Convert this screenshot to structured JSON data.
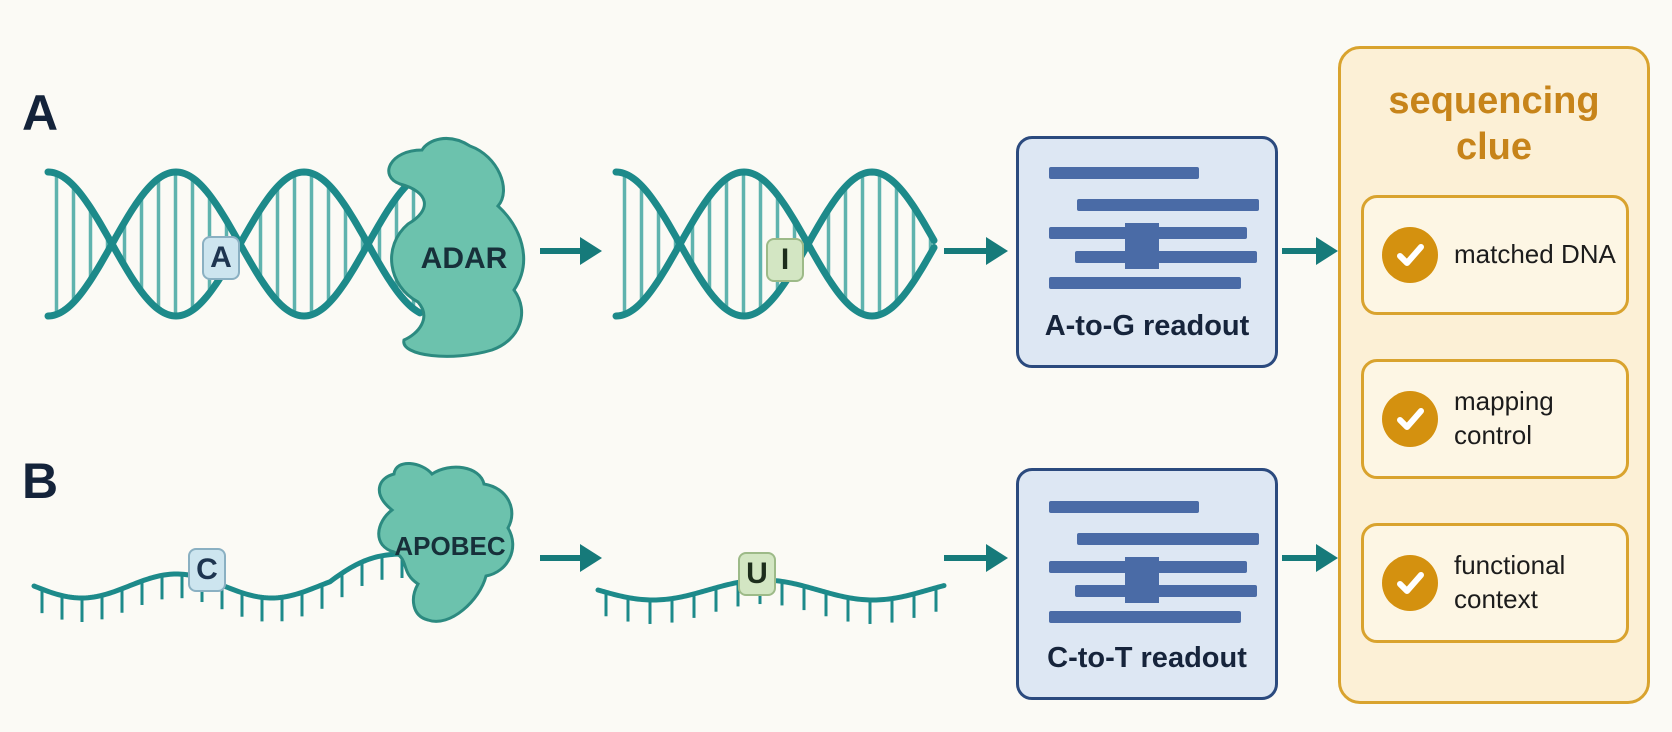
{
  "panels": {
    "a": {
      "label": "A",
      "dna_base": "A",
      "enzyme": "ADAR",
      "edited_base": "I",
      "readout_label": "A-to-G readout"
    },
    "b": {
      "label": "B",
      "rna_base": "C",
      "enzyme": "APOBEC",
      "edited_base": "U",
      "readout_label": "C-to-T readout"
    }
  },
  "sequencing_clue": {
    "title": "sequencing\nclue",
    "items": [
      {
        "text": "matched DNA",
        "icon": "check-icon"
      },
      {
        "text": "mapping\ncontrol",
        "icon": "check-icon"
      },
      {
        "text": "functional\ncontext",
        "icon": "check-icon"
      }
    ]
  },
  "colors": {
    "strand": "#1d8a8a",
    "rung": "#5fb3ae",
    "enzyme": "#6cc2ad",
    "arrow": "#167a7a",
    "readout_bar": "#4a6ba6",
    "accent_gold": "#d9a32e"
  }
}
